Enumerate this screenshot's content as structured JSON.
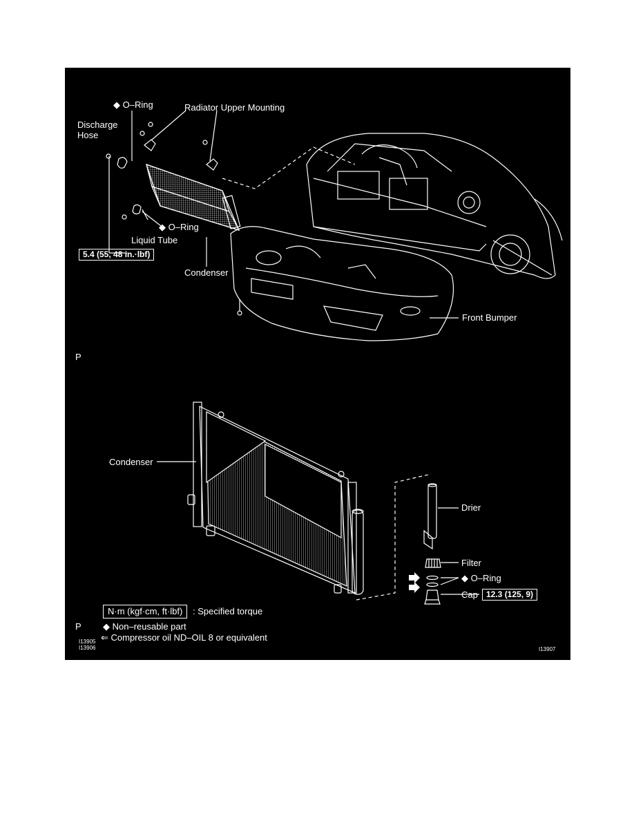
{
  "labels": {
    "oring_top": "◆ O–Ring",
    "radiator_upper_mounting": "Radiator Upper Mounting",
    "discharge_hose": "Discharge\nHose",
    "oring_mid": "◆ O–Ring",
    "liquid_tube": "Liquid Tube",
    "torque_bolt": "5.4 (55, 48 in.·lbf)",
    "condenser_top": "Condenser",
    "front_bumper": "Front Bumper",
    "p_top": "P",
    "condenser_bottom": "Condenser",
    "drier": "Drier",
    "filter": "Filter",
    "oring_bottom": "◆ O–Ring",
    "cap": "Cap",
    "torque_cap": "12.3 (125, 9)",
    "p_bottom": "P"
  },
  "legend": {
    "torque_unit": "N·m (kgf·cm, ft·lbf)",
    "torque_desc": ": Specified torque",
    "non_reusable": "◆ Non–reusable part",
    "compressor_oil": "⇐ Compressor oil ND–OIL 8 or equivalent"
  },
  "ids": {
    "id_1": "I13905",
    "id_2": "I13906",
    "id_3": "I13907"
  },
  "icons": {
    "diamond": "diamond-icon",
    "arrow": "arrow-right-icon"
  },
  "colors": {
    "background": "#000000",
    "ink": "#ffffff"
  }
}
